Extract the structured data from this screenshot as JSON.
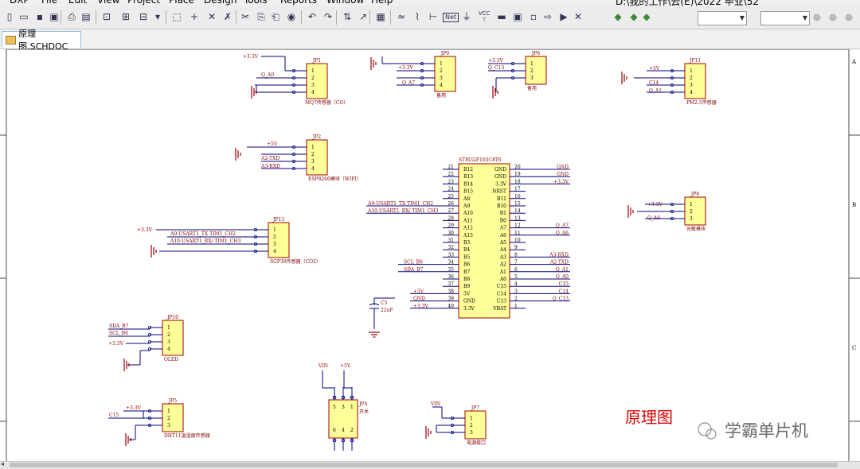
{
  "menubar": {
    "items": [
      "DXP",
      "File",
      "Edit",
      "View",
      "Project",
      "Place",
      "Design",
      "Tools",
      "Reports",
      "Window",
      "Help"
    ],
    "path": "D:\\我的工作\\云(E)\\2022 毕业\\52"
  },
  "toolbar": {
    "icons": [
      "new-doc-icon",
      "open-icon",
      "save-icon",
      "print-icon",
      "print-preview-icon",
      "report-icon",
      "zoom-fit-icon",
      "zoom-area-icon",
      "zoom-select-icon",
      "zoom-dropdown-icon",
      "select-rect-icon",
      "move-icon",
      "deselect-icon",
      "clear-filter-icon",
      "cut-icon",
      "copy-icon",
      "paste-icon",
      "rubber-stamp-icon",
      "undo-icon",
      "redo-icon",
      "hierarchy-icon",
      "cross-probe-icon",
      "compile-icon",
      "wire-icon",
      "bus-icon",
      "bus-entry-icon",
      "net-label-icon",
      "gnd-icon",
      "vcc-icon",
      "part-icon",
      "sheet-symbol-icon",
      "sheet-entry-icon",
      "port-icon",
      "directive-icon",
      "no-erc-icon"
    ],
    "vcc_label": "VCC",
    "net_label": "Net"
  },
  "tab": {
    "label": "原理图.SCHDOC"
  },
  "border_zones": {
    "right": [
      "A",
      "B",
      "C"
    ]
  },
  "watermark": {
    "title": "原理图",
    "brand": "学霸单片机"
  },
  "colors": {
    "wire": "#00007f",
    "body_fill": "#ffff99",
    "body_stroke": "#a00000",
    "text": "#800000",
    "net": "#800000",
    "power": "#a00000",
    "title_red": "#e00000"
  },
  "mcu": {
    "designator": "STM32F103C8T6",
    "left_pins": [
      {
        "num": "21",
        "name": "B12"
      },
      {
        "num": "22",
        "name": "B13"
      },
      {
        "num": "23",
        "name": "B14"
      },
      {
        "num": "24",
        "name": "B15"
      },
      {
        "num": "25",
        "name": "A8"
      },
      {
        "num": "26",
        "name": "A9"
      },
      {
        "num": "27",
        "name": "A10"
      },
      {
        "num": "28",
        "name": "A11"
      },
      {
        "num": "29",
        "name": "A12"
      },
      {
        "num": "30",
        "name": "A15"
      },
      {
        "num": "31",
        "name": "B3"
      },
      {
        "num": "32",
        "name": "B4"
      },
      {
        "num": "33",
        "name": "B5"
      },
      {
        "num": "34",
        "name": "B6"
      },
      {
        "num": "35",
        "name": "B7"
      },
      {
        "num": "36",
        "name": "B8"
      },
      {
        "num": "37",
        "name": "B9"
      },
      {
        "num": "38",
        "name": "5V"
      },
      {
        "num": "39",
        "name": "GND"
      },
      {
        "num": "40",
        "name": "3.3V"
      }
    ],
    "right_pins": [
      {
        "num": "20",
        "name": "GND"
      },
      {
        "num": "19",
        "name": "GND"
      },
      {
        "num": "18",
        "name": "3.3V"
      },
      {
        "num": "17",
        "name": "NRST"
      },
      {
        "num": "16",
        "name": "B11"
      },
      {
        "num": "15",
        "name": "B10"
      },
      {
        "num": "14",
        "name": "B1"
      },
      {
        "num": "13",
        "name": "B0"
      },
      {
        "num": "12",
        "name": "A7"
      },
      {
        "num": "11",
        "name": "A6"
      },
      {
        "num": "10",
        "name": "A5"
      },
      {
        "num": "9",
        "name": "A4"
      },
      {
        "num": "8",
        "name": "A3"
      },
      {
        "num": "7",
        "name": "A2"
      },
      {
        "num": "6",
        "name": "A1"
      },
      {
        "num": "5",
        "name": "A0"
      },
      {
        "num": "4",
        "name": "C15"
      },
      {
        "num": "3",
        "name": "C14"
      },
      {
        "num": "2",
        "name": "C13"
      },
      {
        "num": "1",
        "name": "VBAT"
      }
    ],
    "left_nets": [
      {
        "pin": "26",
        "net": "A9-USART1_TX TIM1_CH2"
      },
      {
        "pin": "27",
        "net": "A10-USART1_RX/ TIM1_CH3"
      },
      {
        "pin": "34",
        "net": "SCL_B6"
      },
      {
        "pin": "35",
        "net": "SDA_B7"
      },
      {
        "pin": "38",
        "net": "+5V"
      },
      {
        "pin": "39",
        "net": "GND"
      },
      {
        "pin": "40",
        "net": "+3.3V"
      }
    ],
    "right_nets": [
      {
        "pin": "20",
        "net": "GND"
      },
      {
        "pin": "19",
        "net": "GND"
      },
      {
        "pin": "18",
        "net": "+3.3V"
      },
      {
        "pin": "12",
        "net": "Q_A7"
      },
      {
        "pin": "11",
        "net": "Q_A6"
      },
      {
        "pin": "8",
        "net": "A3-RXD"
      },
      {
        "pin": "7",
        "net": "A2-TXD"
      },
      {
        "pin": "6",
        "net": "Q_A1"
      },
      {
        "pin": "5",
        "net": "Q_A0"
      },
      {
        "pin": "4",
        "net": "C15"
      },
      {
        "pin": "3",
        "net": "C14"
      },
      {
        "pin": "2",
        "net": "Q_C13"
      }
    ]
  },
  "capacitor": {
    "designator": "C5",
    "value": "22uF"
  },
  "connectors": [
    {
      "id": "JP1",
      "comment": "MQ7传感器（CO）",
      "pins": 4,
      "nets": [
        "+3.3V",
        "Q_A0",
        "",
        ""
      ],
      "gnd": true
    },
    {
      "id": "JP9",
      "comment": "备用",
      "pins": 4,
      "nets": [
        "",
        "+3.3V",
        "Q_A7",
        ""
      ],
      "gnd": true
    },
    {
      "id": "JP6",
      "comment": "备用",
      "pins": 3,
      "nets": [
        "+3.3V",
        "Q_C13",
        ""
      ],
      "gnd": true
    },
    {
      "id": "JP11",
      "comment": "PM2.5传感器",
      "pins": 4,
      "nets": [
        "+5V",
        "C14",
        "Q_A1",
        ""
      ],
      "gnd": true
    },
    {
      "id": "JP2",
      "comment": "ESP8266模块（WIFI）",
      "pins": 4,
      "nets": [
        "",
        "+5V",
        "A2-TXD",
        "A3-RXD"
      ],
      "gnd": true
    },
    {
      "id": "JP8",
      "comment": "光敏模块",
      "pins": 3,
      "nets": [
        "+3.3V",
        "",
        "Q_A6"
      ],
      "gnd": true
    },
    {
      "id": "JP13",
      "comment": "SGP30传感器（CO2）",
      "pins": 4,
      "nets": [
        "+3.3V",
        "A9-USART1_TX TIM1_CH2",
        "A10-USART1_RX/ TIM1_CH3",
        ""
      ],
      "gnd": true
    },
    {
      "id": "JP10",
      "comment": "OLED",
      "pins": 4,
      "nets": [
        "SDA_B7",
        "SCL_B6",
        "+3.3V",
        ""
      ],
      "gnd": true
    },
    {
      "id": "JP5",
      "comment": "DHT11温湿度传感器",
      "pins": 3,
      "nets": [
        "+3.3V",
        "C15",
        ""
      ],
      "gnd": true
    },
    {
      "id": "JP7",
      "comment": "电源接口",
      "pins": 3,
      "nets": [
        "VIN",
        "",
        ""
      ],
      "gnd": true
    },
    {
      "id": "JP4",
      "comment": "开关",
      "pins": 6,
      "top_pins": [
        "5",
        "3",
        "1"
      ],
      "bottom_pins": [
        "6",
        "4",
        "2"
      ],
      "nets": [
        "VIN",
        "+5V"
      ]
    }
  ]
}
